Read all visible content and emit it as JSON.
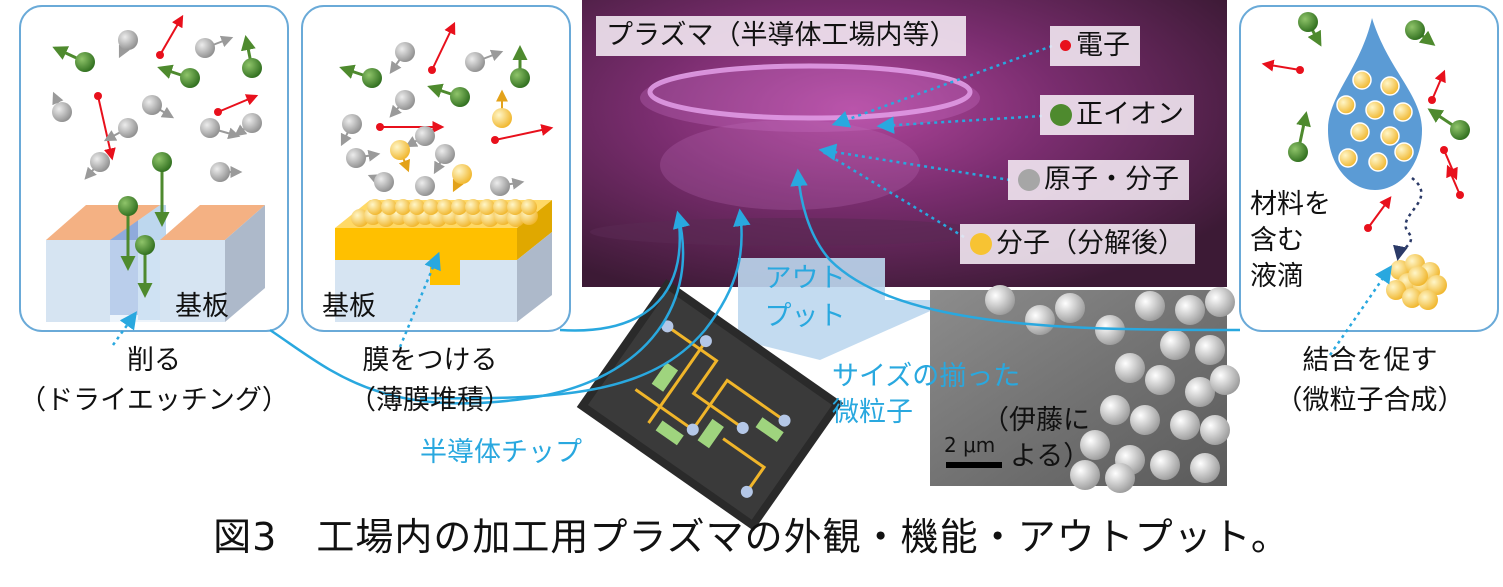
{
  "caption": "図3　工場内の加工用プラズマの外観・機能・アウトプット。",
  "plasma": {
    "title": "プラズマ（半導体工場内等）",
    "legend": [
      {
        "label": "電子",
        "color": "#e8101c"
      },
      {
        "label": "正イオン",
        "color": "#4e8a2e"
      },
      {
        "label": "原子・分子",
        "color": "#a6a6a6"
      },
      {
        "label": "分子（分解後）",
        "color": "#f7c333"
      }
    ]
  },
  "panels": {
    "etching": {
      "substrate": "基板",
      "label_line1": "削る",
      "label_line2": "（ドライエッチング）"
    },
    "deposition": {
      "substrate": "基板",
      "label_line1": "膜をつける",
      "label_line2": "（薄膜堆積）"
    },
    "synthesis": {
      "droplet_line1": "材料を",
      "droplet_line2": "含む",
      "droplet_line3": "液滴",
      "label_line1": "結合を促す",
      "label_line2": "（微粒子合成）"
    }
  },
  "output": {
    "arrow_line1": "アウト",
    "arrow_line2": "プット",
    "chip_label": "半導体チップ",
    "particles_line1": "サイズの揃った",
    "particles_line2": "微粒子",
    "credit_line1": "（伊藤に",
    "credit_line2": "よる）",
    "scale_bar": "2 μm"
  }
}
